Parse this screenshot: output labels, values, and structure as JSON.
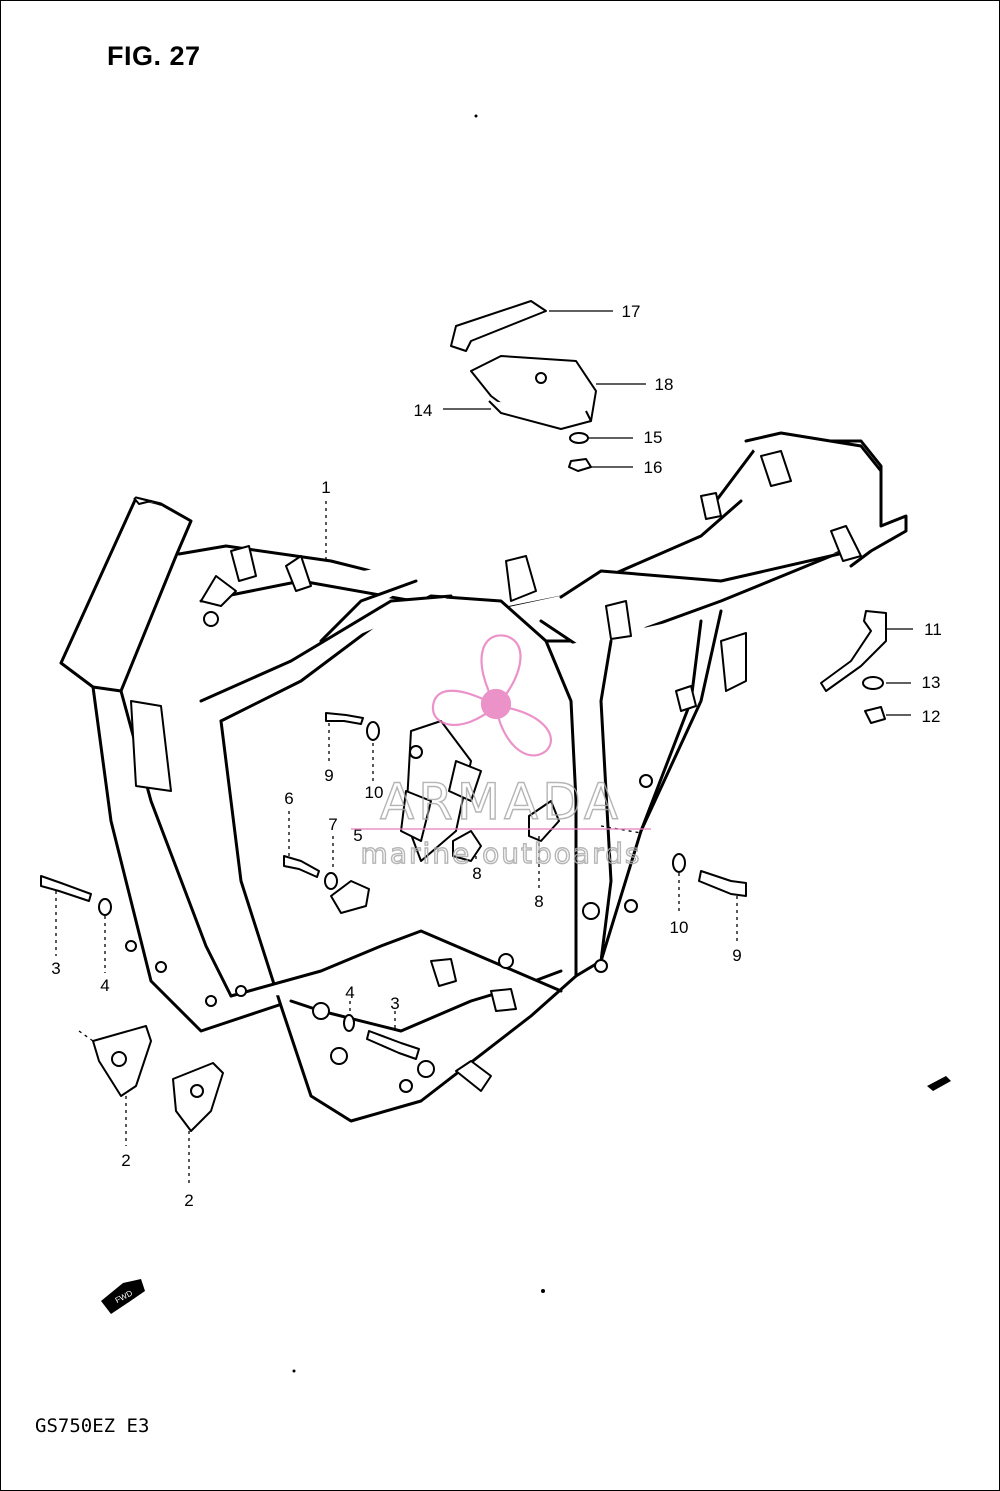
{
  "figure": {
    "title": "FIG. 27",
    "model_code": "GS750EZ  E3"
  },
  "watermark": {
    "brand": "ARMADA",
    "tagline": "marine outboards",
    "logo_color": "#e87fc0",
    "text_color": "#a9a9a9"
  },
  "fwd_arrow": {
    "label": "FWD"
  },
  "callouts": [
    {
      "id": "c1",
      "label": "1"
    },
    {
      "id": "c2a",
      "label": "2"
    },
    {
      "id": "c2b",
      "label": "2"
    },
    {
      "id": "c3a",
      "label": "3"
    },
    {
      "id": "c3b",
      "label": "3"
    },
    {
      "id": "c4a",
      "label": "4"
    },
    {
      "id": "c4b",
      "label": "4"
    },
    {
      "id": "c5",
      "label": "5"
    },
    {
      "id": "c6",
      "label": "6"
    },
    {
      "id": "c7",
      "label": "7"
    },
    {
      "id": "c8a",
      "label": "8"
    },
    {
      "id": "c8b",
      "label": "8"
    },
    {
      "id": "c9a",
      "label": "9"
    },
    {
      "id": "c9b",
      "label": "9"
    },
    {
      "id": "c10a",
      "label": "10"
    },
    {
      "id": "c10b",
      "label": "10"
    },
    {
      "id": "c11",
      "label": "11"
    },
    {
      "id": "c12",
      "label": "12"
    },
    {
      "id": "c13",
      "label": "13"
    },
    {
      "id": "c14",
      "label": "14"
    },
    {
      "id": "c15",
      "label": "15"
    },
    {
      "id": "c16",
      "label": "16"
    },
    {
      "id": "c17",
      "label": "17"
    },
    {
      "id": "c18",
      "label": "18"
    }
  ]
}
